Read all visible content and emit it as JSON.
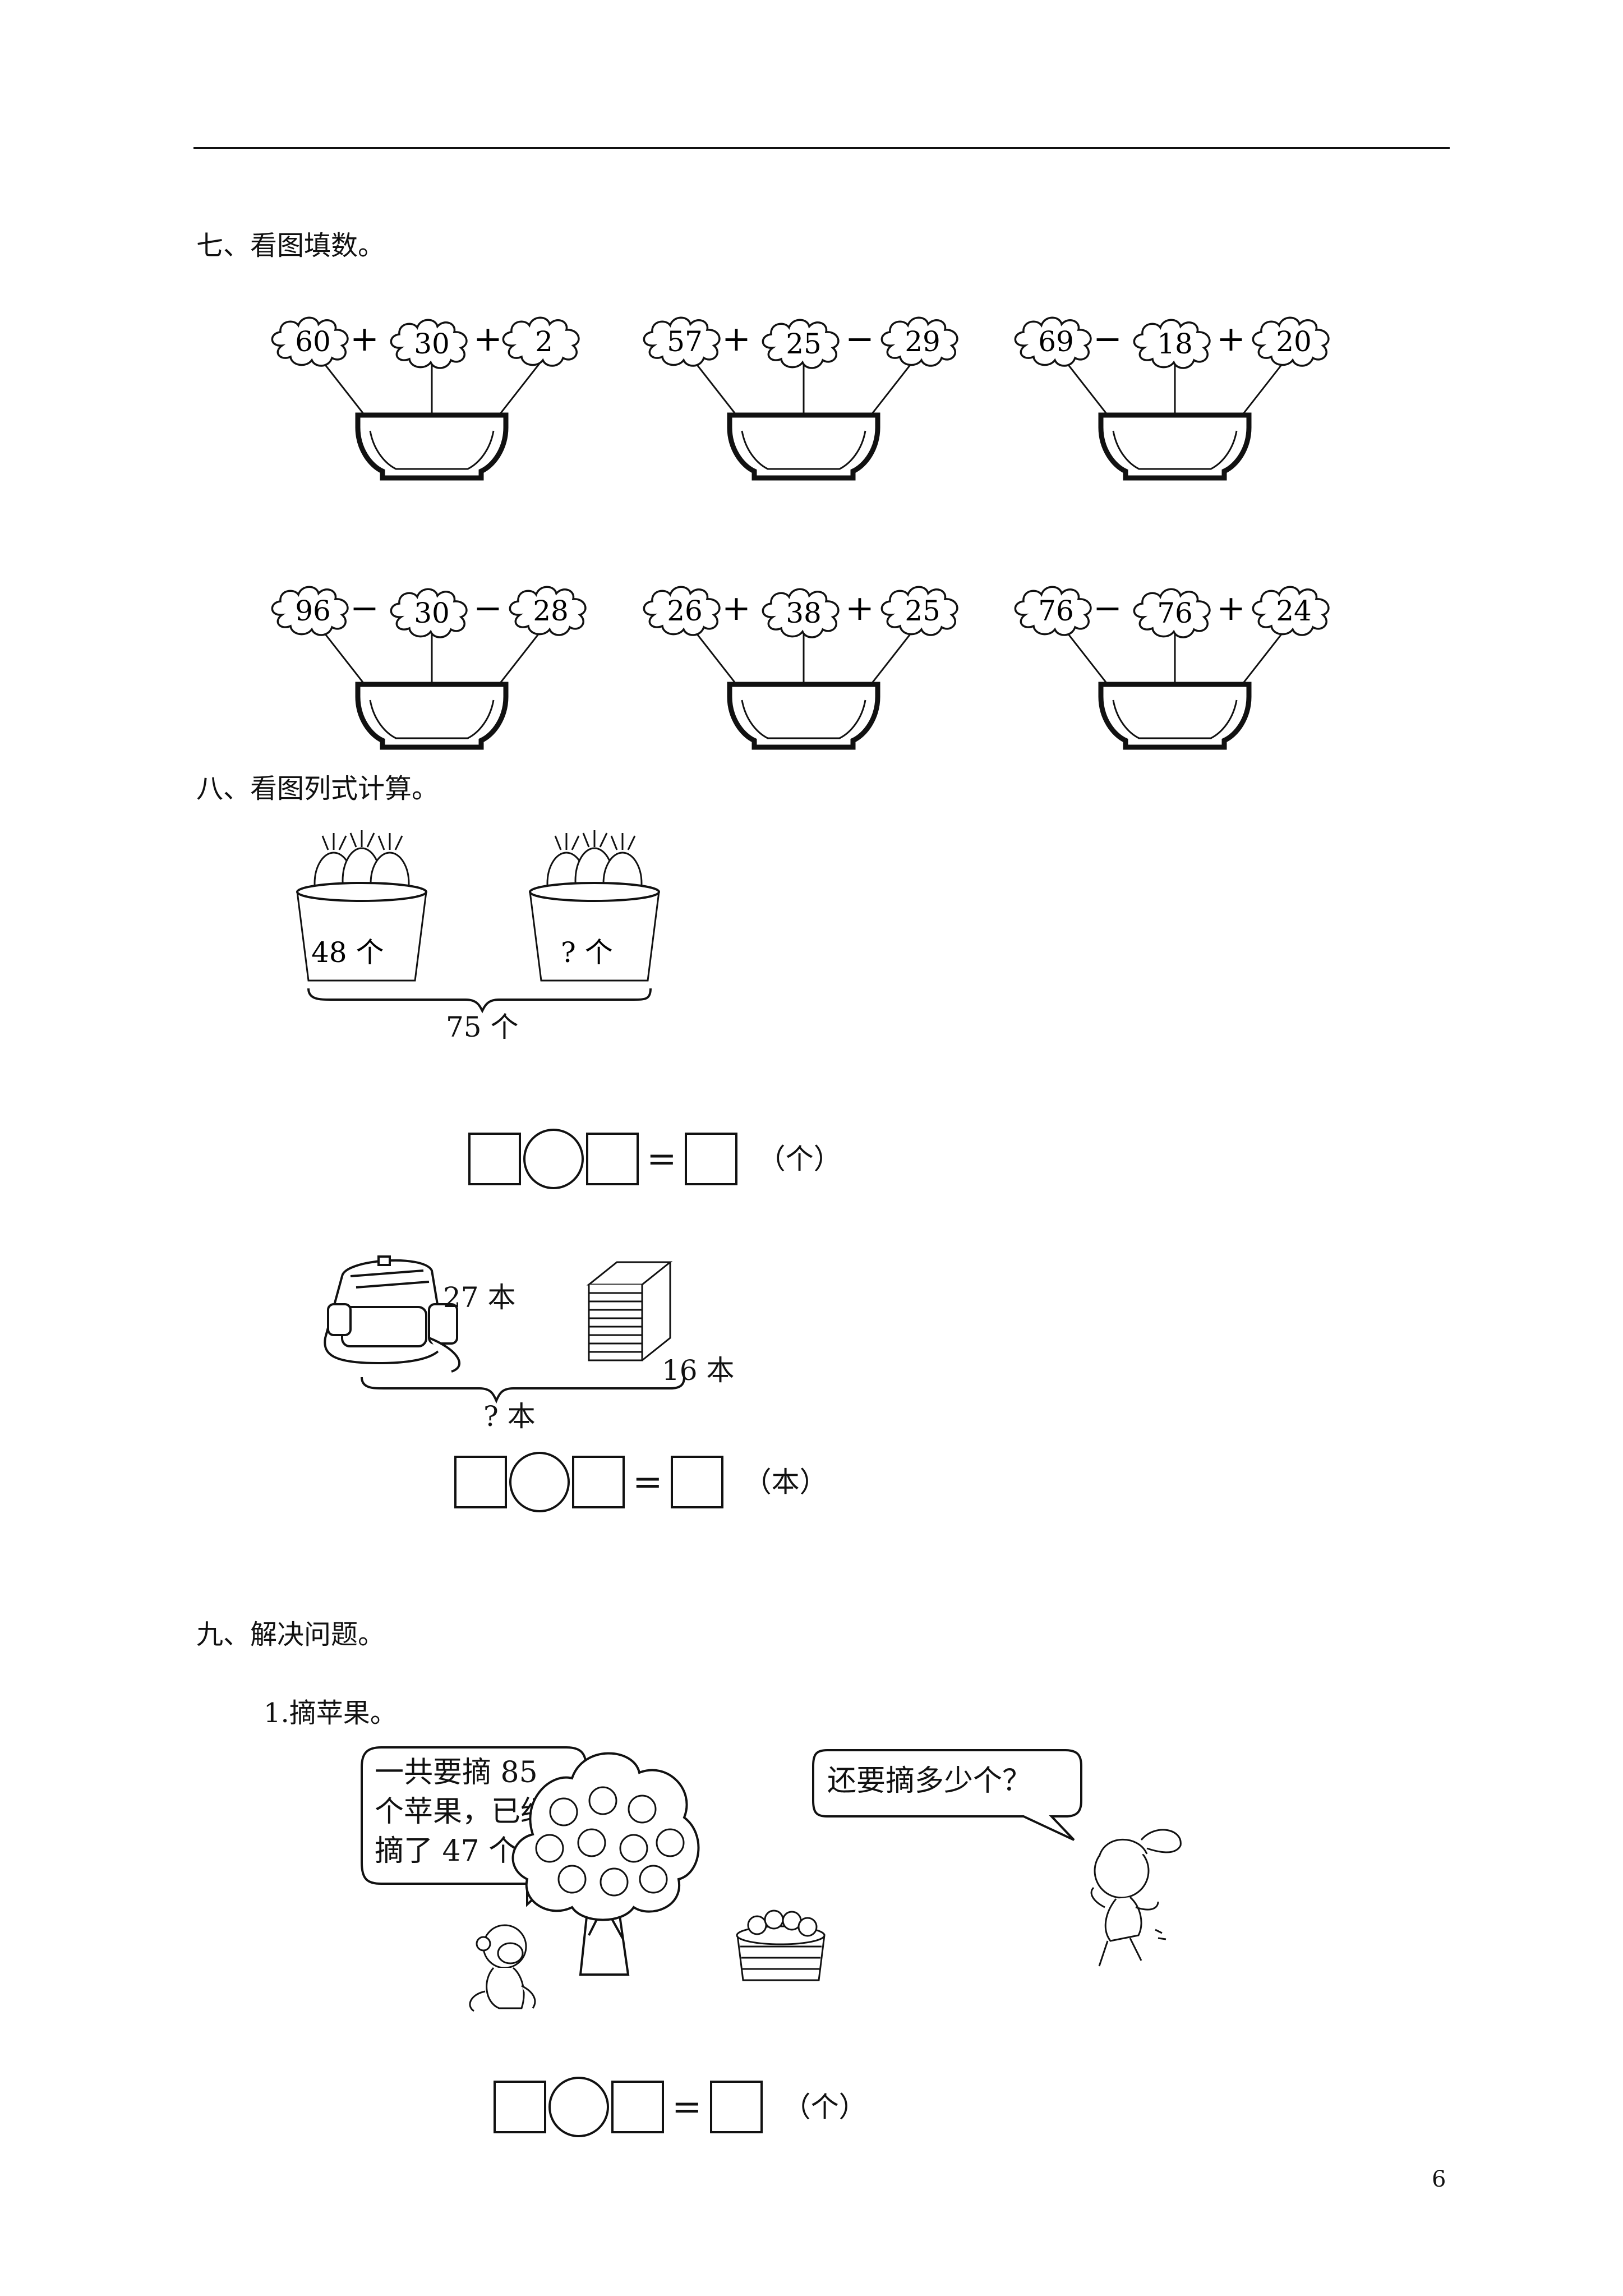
{
  "sections": {
    "seven": {
      "title": "七、看图填数。"
    },
    "eight": {
      "title": "八、看图列式计算。"
    },
    "nine": {
      "title": "九、解决问题。",
      "sub1": "1.摘苹果。"
    }
  },
  "bowls": [
    {
      "a": "60",
      "op1": "+",
      "b": "30",
      "op2": "+",
      "c": "2"
    },
    {
      "a": "57",
      "op1": "+",
      "b": "25",
      "op2": "−",
      "c": "29"
    },
    {
      "a": "69",
      "op1": "−",
      "b": "18",
      "op2": "+",
      "c": "20"
    },
    {
      "a": "96",
      "op1": "−",
      "b": "30",
      "op2": "−",
      "c": "28"
    },
    {
      "a": "26",
      "op1": "+",
      "b": "38",
      "op2": "+",
      "c": "25"
    },
    {
      "a": "76",
      "op1": "−",
      "b": "76",
      "op2": "+",
      "c": "24"
    }
  ],
  "problem1": {
    "left_label": "48 个",
    "right_label": "? 个",
    "total_label": "75 个",
    "equals": "=",
    "unit": "（个）"
  },
  "problem2": {
    "bag_label": "27 本",
    "books_label": "16 本",
    "total_label": "? 本",
    "equals": "=",
    "unit": "（本）"
  },
  "problem3": {
    "bubble_left": [
      "一共要摘 85",
      "个苹果，已经",
      "摘了 47 个。"
    ],
    "bubble_right": "还要摘多少个？",
    "equals": "=",
    "unit": "（个）"
  },
  "page_number": "6"
}
